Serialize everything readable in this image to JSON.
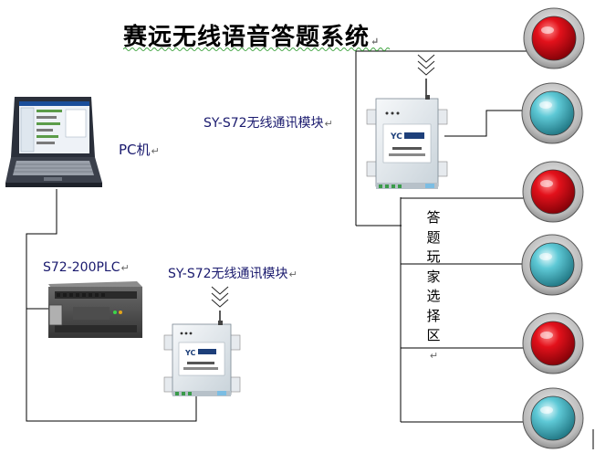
{
  "title": "赛远无线语音答题系统",
  "labels": {
    "pc": "PC机",
    "plc": "S72-200PLC",
    "module_top": "SY-S72无线通讯模块",
    "module_bottom": "SY-S72无线通讯模块"
  },
  "zone_chars": [
    "答",
    "题",
    "玩",
    "家",
    "选",
    "择",
    "区"
  ],
  "paragraph_mark": "↵",
  "buttons": [
    {
      "color": "red"
    },
    {
      "color": "cyan"
    },
    {
      "color": "red"
    },
    {
      "color": "cyan"
    },
    {
      "color": "red"
    },
    {
      "color": "cyan"
    }
  ],
  "colors": {
    "red": "#e3111b",
    "cyan": "#5ec9d6",
    "line": "#000000",
    "label": "#1a1a6e"
  }
}
